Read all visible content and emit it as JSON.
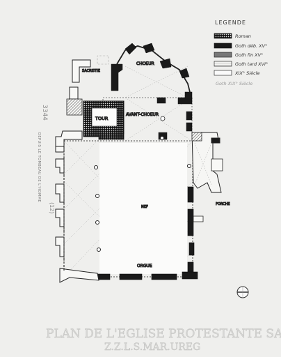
{
  "legend": {
    "title": "LEGENDE",
    "items": [
      "Roman",
      "Goth déb. XV°",
      "Goth fin XV°",
      "Goth tard XVI°",
      "XIX° Siècle",
      "Goth XIX° Siècle"
    ]
  },
  "rooms": {
    "choeur": "CHOEUR",
    "sacristie": "SACRISTIE",
    "tour": "TOUR",
    "avant_choeur": "AVANT-CHOEUR",
    "nef": "NEF",
    "porche": "PORCHE",
    "orgue": "ORGUE"
  },
  "annotations": {
    "side_code_upper": "3344",
    "side_note": "DEPUIS LE TOMBEAU DE L'HOMME",
    "side_code_lower": "(12)"
  },
  "title": {
    "line1": "PLAN DE L'EGLISE PROTESTANTE SAINT JEAN",
    "line2": "Z.Z.L.S.MAR.UREG"
  }
}
